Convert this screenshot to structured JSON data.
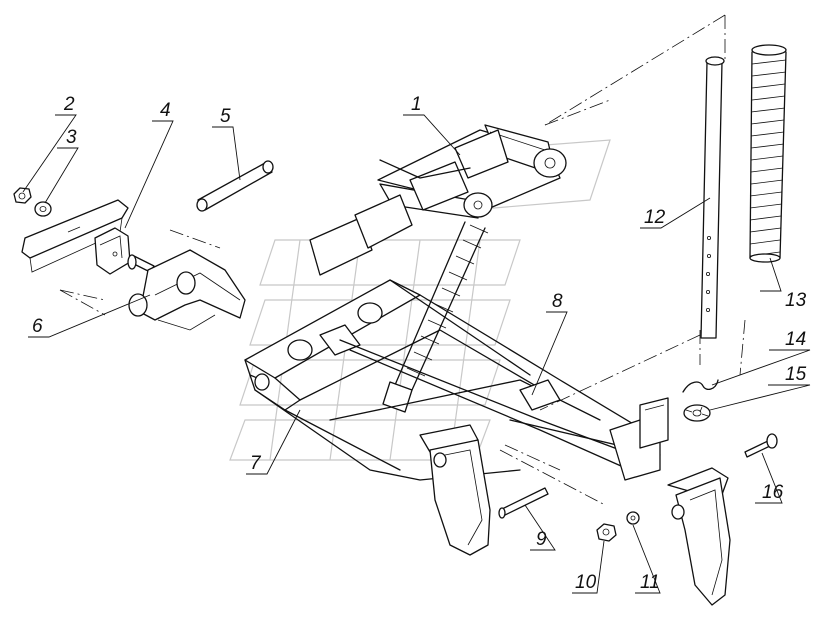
{
  "diagram": {
    "callouts": [
      {
        "id": "2",
        "label": "2"
      },
      {
        "id": "3",
        "label": "3"
      },
      {
        "id": "4",
        "label": "4"
      },
      {
        "id": "5",
        "label": "5"
      },
      {
        "id": "1",
        "label": "1"
      },
      {
        "id": "12",
        "label": "12"
      },
      {
        "id": "13",
        "label": "13"
      },
      {
        "id": "14",
        "label": "14"
      },
      {
        "id": "15",
        "label": "15"
      },
      {
        "id": "6",
        "label": "6"
      },
      {
        "id": "8",
        "label": "8"
      },
      {
        "id": "7",
        "label": "7"
      },
      {
        "id": "16",
        "label": "16"
      },
      {
        "id": "9",
        "label": "9"
      },
      {
        "id": "10",
        "label": "10"
      },
      {
        "id": "11",
        "label": "11"
      }
    ]
  }
}
